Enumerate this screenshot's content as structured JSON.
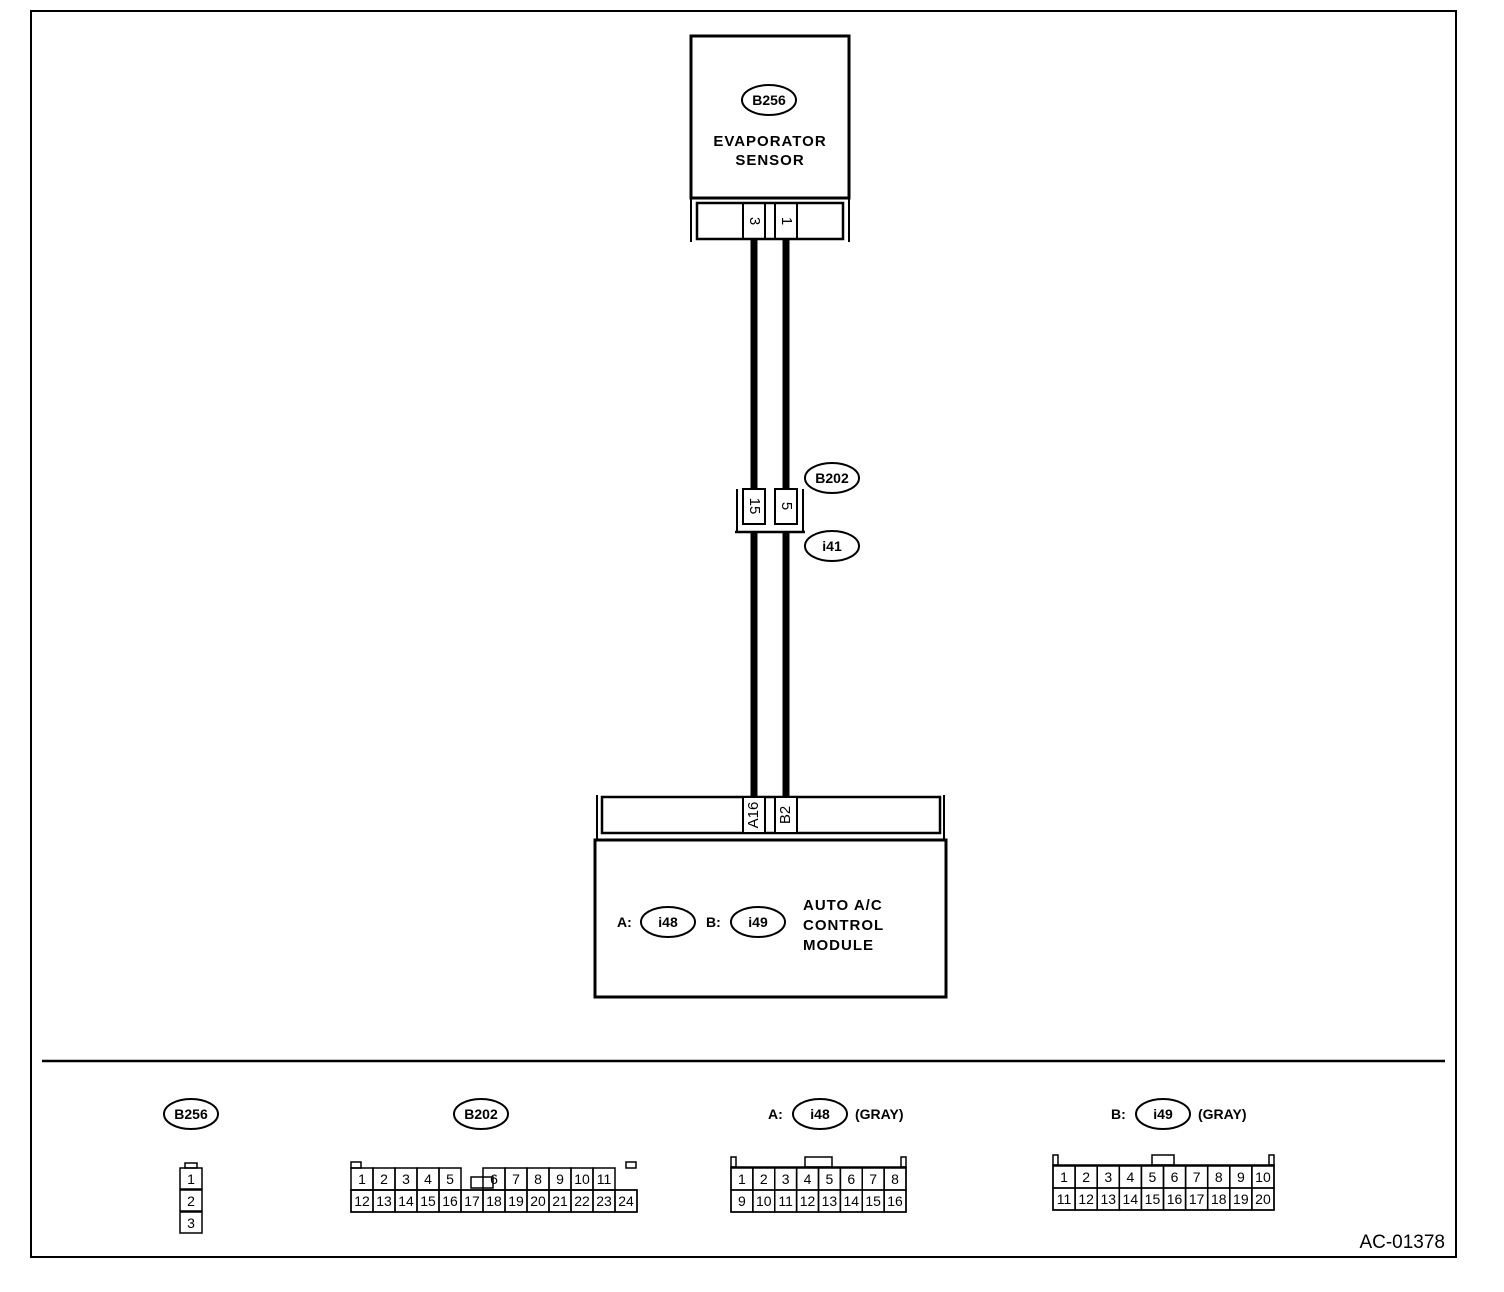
{
  "diagram": {
    "reference_id": "AC-01378",
    "wire_color": "#000000",
    "evaporator_sensor": {
      "connector_id": "B256",
      "label_line1": "EVAPORATOR",
      "label_line2": "SENSOR",
      "pins": [
        "3",
        "1"
      ]
    },
    "junction": {
      "upper_connector": "B202",
      "lower_connector": "i41",
      "pins": [
        "15",
        "5"
      ]
    },
    "control_module": {
      "connector_a_prefix": "A:",
      "connector_a": "i48",
      "connector_b_prefix": "B:",
      "connector_b": "i49",
      "label_line1": "AUTO A/C",
      "label_line2": "CONTROL",
      "label_line3": "MODULE",
      "pins": [
        "A16",
        "B2"
      ]
    },
    "connector_views": {
      "b256": {
        "title": "B256",
        "pins": [
          "1",
          "2",
          "3"
        ]
      },
      "b202": {
        "title": "B202",
        "row1": [
          "1",
          "2",
          "3",
          "4",
          "5",
          "",
          "6",
          "7",
          "8",
          "9",
          "10",
          "11"
        ],
        "row2": [
          "12",
          "13",
          "14",
          "15",
          "16",
          "17",
          "18",
          "19",
          "20",
          "21",
          "22",
          "23",
          "24"
        ]
      },
      "i48": {
        "prefix": "A:",
        "title": "i48",
        "color_note": "(GRAY)",
        "row1": [
          "1",
          "2",
          "3",
          "4",
          "5",
          "6",
          "7",
          "8"
        ],
        "row2": [
          "9",
          "10",
          "11",
          "12",
          "13",
          "14",
          "15",
          "16"
        ]
      },
      "i49": {
        "prefix": "B:",
        "title": "i49",
        "color_note": "(GRAY)",
        "row1": [
          "1",
          "2",
          "3",
          "4",
          "5",
          "6",
          "7",
          "8",
          "9",
          "10"
        ],
        "row2": [
          "11",
          "12",
          "13",
          "14",
          "15",
          "16",
          "17",
          "18",
          "19",
          "20"
        ]
      }
    }
  }
}
